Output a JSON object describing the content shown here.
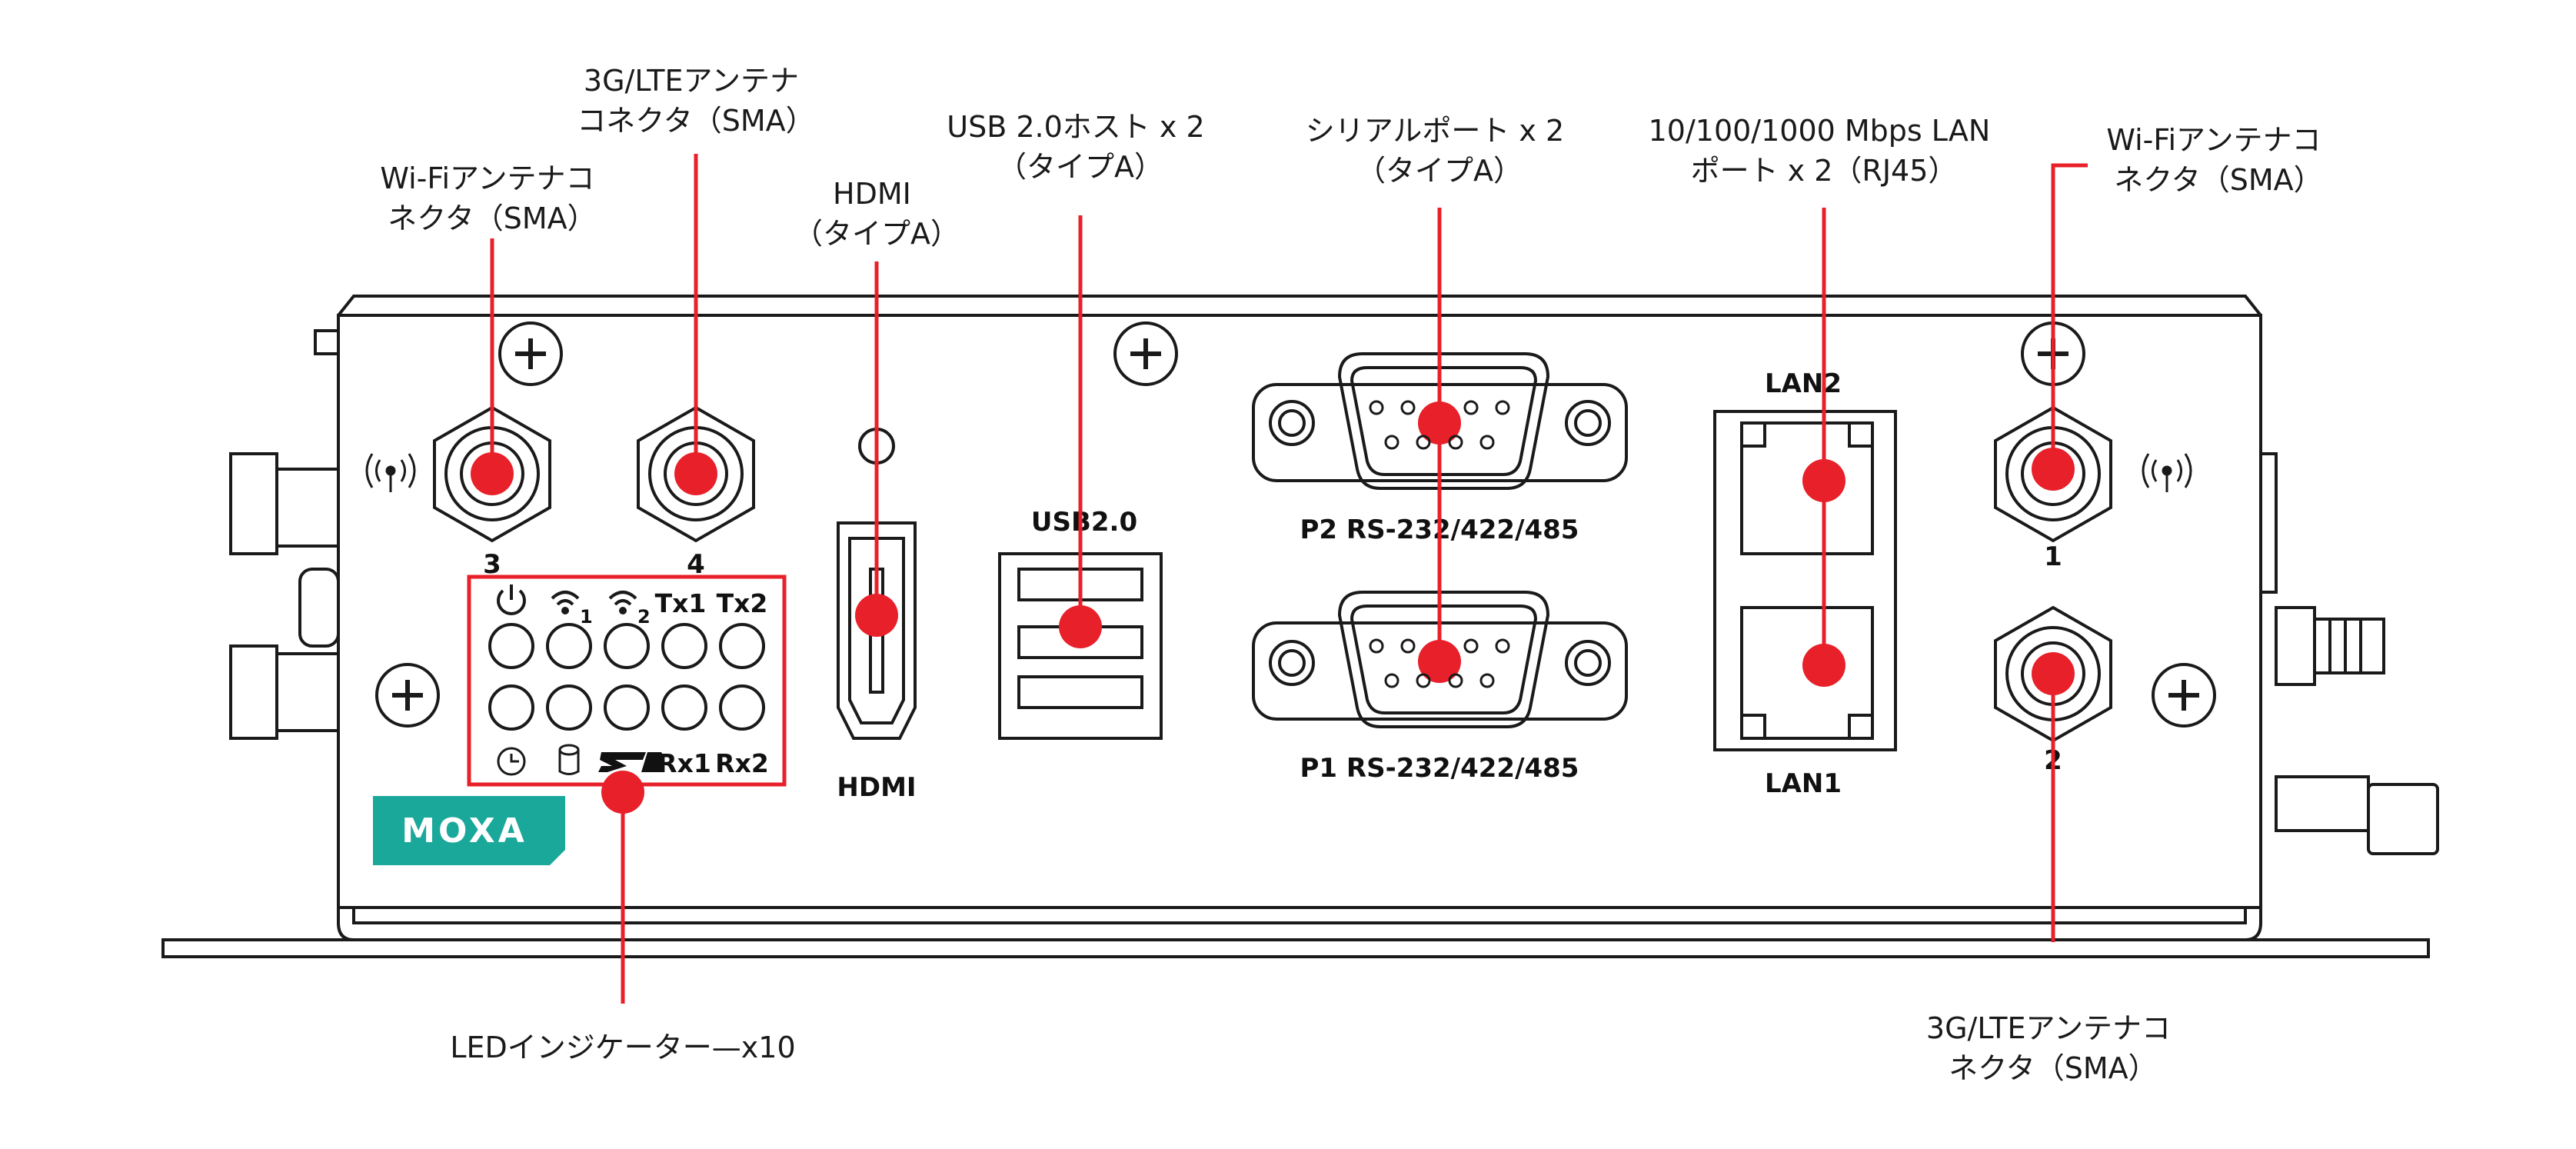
{
  "callouts": {
    "wifi_ant_3": [
      "Wi-Fiアンテナコ",
      "ネクタ（SMA）"
    ],
    "lte_ant_4": [
      "3G/LTEアンテナ",
      "コネクタ（SMA）"
    ],
    "hdmi": [
      "HDMI",
      "（タイプA）"
    ],
    "usb": [
      "USB 2.0ホスト x 2",
      "（タイプA）"
    ],
    "serial": [
      "シリアルポート x 2",
      "（タイプA）"
    ],
    "lan": [
      "10/100/1000 Mbps LAN",
      "ポート x 2（RJ45）"
    ],
    "wifi_ant_1": [
      "Wi-Fiアンテナコ",
      "ネクタ（SMA）"
    ],
    "led": [
      "LEDインジケーター—x10"
    ],
    "lte_ant_2": [
      "3G/LTEアンテナコ",
      "ネクタ（SMA）"
    ]
  },
  "panel": {
    "ant3": "3",
    "ant4": "4",
    "ant1": "1",
    "ant2": "2",
    "usb": "USB2.0",
    "hdmi": "HDMI",
    "lan2": "LAN2",
    "lan1": "LAN1",
    "p2": "P2 RS-232/422/485",
    "p1": "P1 RS-232/422/485",
    "logo": "MOXA"
  },
  "leds": {
    "wifi1_sub": "1",
    "wifi2_sub": "2",
    "tx1": "Tx1",
    "tx2": "Tx2",
    "rx1": "Rx1",
    "rx2": "Rx2"
  },
  "colors": {
    "marker": "#e8202a",
    "line": "#1a1a1a",
    "logo": "#1aa89a"
  }
}
